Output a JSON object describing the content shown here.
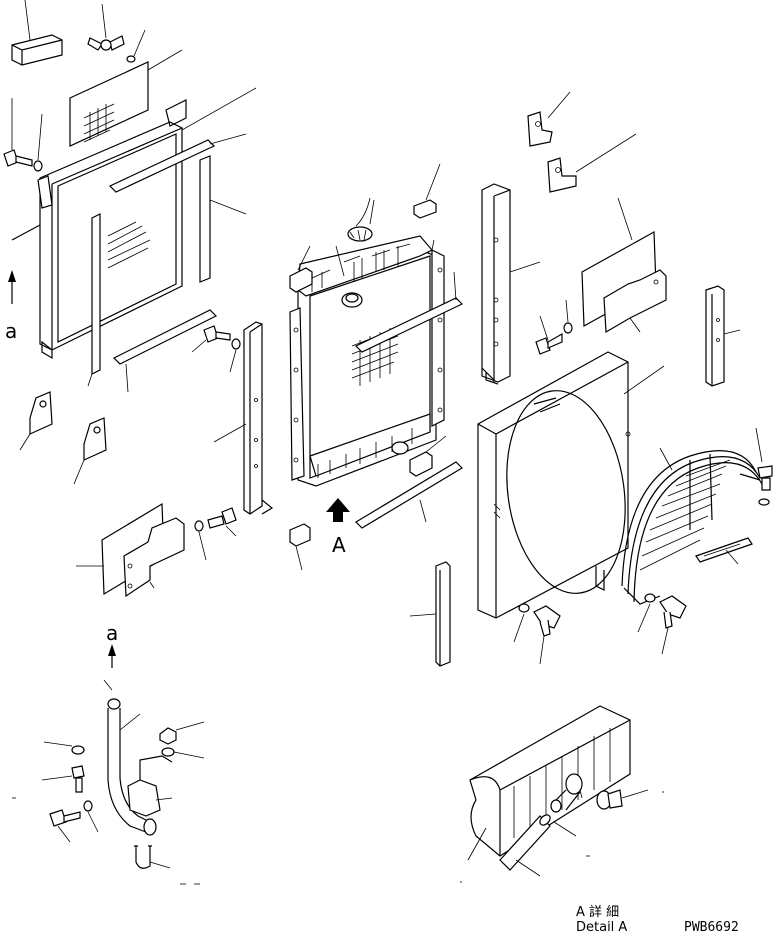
{
  "view_letters": {
    "upper_a": "a",
    "lower_a": "a",
    "view_arrow": "A"
  },
  "detail": {
    "japanese": "A 詳 細",
    "english": "Detail A"
  },
  "drawing_code": "PWB6692",
  "colors": {
    "line": "#000000",
    "background": "#ffffff"
  }
}
